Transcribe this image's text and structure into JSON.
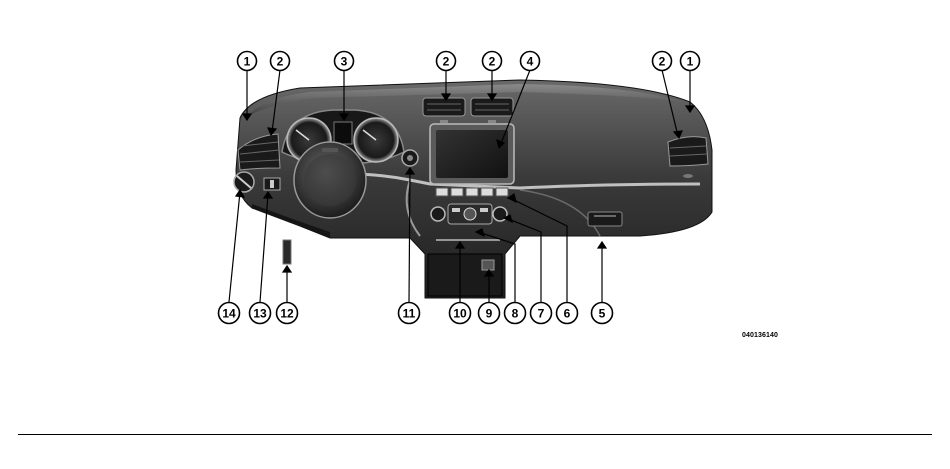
{
  "figure": {
    "code": "040136140",
    "callouts": [
      "1",
      "2",
      "3",
      "2",
      "2",
      "4",
      "2",
      "1",
      "14",
      "13",
      "12",
      "11",
      "10",
      "9",
      "8",
      "7",
      "6",
      "5"
    ],
    "colors": {
      "dash": "#3d3d3d",
      "dash_dark": "#222222",
      "trim": "#b5b5b5",
      "ink": "#000000"
    }
  }
}
